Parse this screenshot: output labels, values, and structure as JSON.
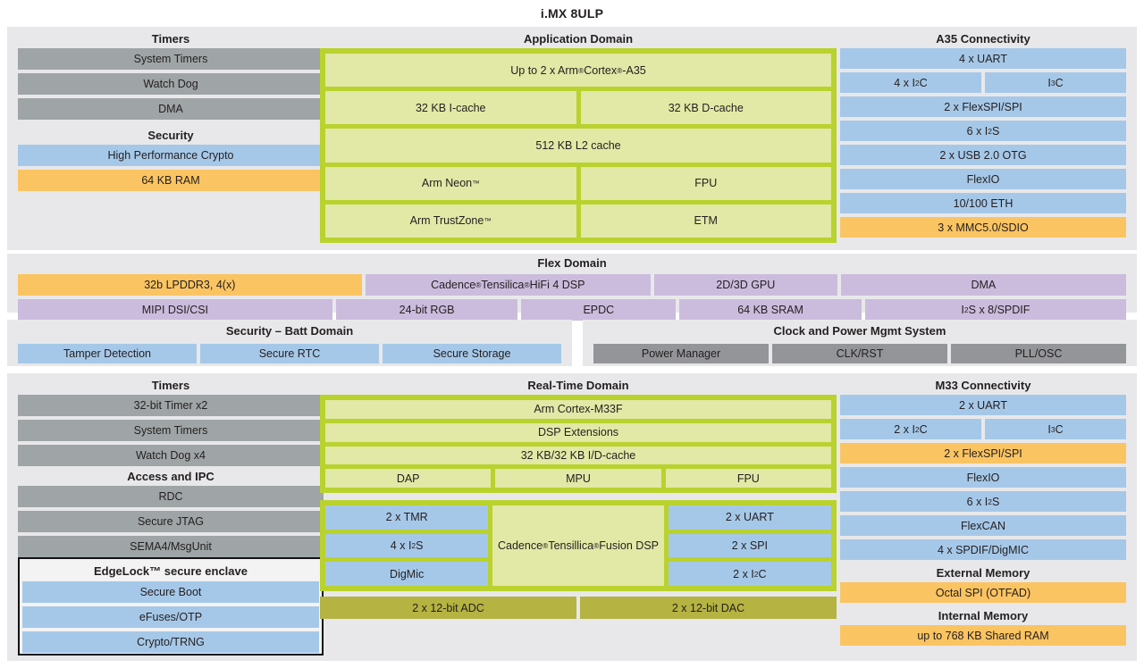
{
  "title": "i.MX 8ULP",
  "colors": {
    "panel_bg": "#e8e8ea",
    "gray": "#9fa5a6",
    "blue": "#a6c8e8",
    "orange": "#fbc462",
    "purple": "#cbbcdd",
    "lime": "#b9d22e",
    "pale_green": "#e2e8a6",
    "olive": "#b5b342",
    "mid_gray": "#939598"
  },
  "top": {
    "timers": {
      "heading": "Timers",
      "items": [
        "System Timers",
        "Watch Dog",
        "DMA"
      ]
    },
    "security": {
      "heading": "Security",
      "items": [
        {
          "label": "High Performance Crypto",
          "color": "blue"
        },
        {
          "label": "64 KB RAM",
          "color": "orange"
        }
      ]
    },
    "application_domain": {
      "heading": "Application Domain",
      "rows": [
        [
          "Up to 2 x Arm® Cortex®-A35"
        ],
        [
          "32 KB I-cache",
          "32 KB D-cache"
        ],
        [
          "512 KB L2 cache"
        ],
        [
          "Arm Neon™",
          "FPU"
        ],
        [
          "Arm TrustZone™",
          "ETM"
        ]
      ]
    },
    "a35_connectivity": {
      "heading": "A35 Connectivity",
      "rows": [
        [
          {
            "label": "4 x UART",
            "color": "blue"
          }
        ],
        [
          {
            "label": "4 x I²C",
            "color": "blue"
          },
          {
            "label": "I³C",
            "color": "blue"
          }
        ],
        [
          {
            "label": "2 x FlexSPI/SPI",
            "color": "blue"
          }
        ],
        [
          {
            "label": "6 x I²S",
            "color": "blue"
          }
        ],
        [
          {
            "label": "2 x USB 2.0 OTG",
            "color": "blue"
          }
        ],
        [
          {
            "label": "FlexIO",
            "color": "blue"
          }
        ],
        [
          {
            "label": "10/100 ETH",
            "color": "blue"
          }
        ],
        [
          {
            "label": "3 x MMC5.0/SDIO",
            "color": "orange"
          }
        ]
      ]
    }
  },
  "flex_domain": {
    "heading": "Flex Domain",
    "row1": [
      {
        "label": "32b LPDDR3, 4(x)",
        "color": "orange"
      },
      {
        "label": "Cadence® Tensilica® HiFi 4 DSP",
        "color": "purple"
      },
      {
        "label": "2D/3D GPU",
        "color": "purple"
      },
      {
        "label": "DMA",
        "color": "purple"
      }
    ],
    "row2": [
      {
        "label": "MIPI DSI/CSI",
        "color": "purple"
      },
      {
        "label": "24-bit RGB",
        "color": "purple"
      },
      {
        "label": "EPDC",
        "color": "purple"
      },
      {
        "label": "64 KB SRAM",
        "color": "purple"
      },
      {
        "label": "I²S x 8/SPDIF",
        "color": "purple"
      }
    ]
  },
  "security_batt": {
    "heading": "Security – Batt Domain",
    "items": [
      "Tamper Detection",
      "Secure RTC",
      "Secure Storage"
    ]
  },
  "clock_power": {
    "heading": "Clock and Power Mgmt System",
    "items": [
      "Power Manager",
      "CLK/RST",
      "PLL/OSC"
    ]
  },
  "bottom": {
    "timers": {
      "heading": "Timers",
      "items": [
        "32-bit Timer x2",
        "System Timers",
        "Watch Dog x4"
      ]
    },
    "access_ipc": {
      "heading": "Access and IPC",
      "items": [
        "RDC",
        "Secure JTAG",
        "SEMA4/MsgUnit"
      ]
    },
    "edgelock": {
      "heading": "EdgeLock™ secure enclave",
      "items": [
        "Secure Boot",
        "eFuses/OTP",
        "Crypto/TRNG"
      ]
    },
    "realtime_domain": {
      "heading": "Real-Time Domain",
      "core_rows": [
        [
          "Arm Cortex-M33F"
        ],
        [
          "DSP Extensions"
        ],
        [
          "32 KB/32 KB I/D-cache"
        ],
        [
          "DAP",
          "MPU",
          "FPU"
        ]
      ],
      "peripheral_left": [
        "2 x TMR",
        "4 x I²S",
        "DigMic"
      ],
      "peripheral_center": "Cadence® Tensillica® Fusion DSP",
      "peripheral_right": [
        "2 x UART",
        "2 x SPI",
        "2 x I²C"
      ],
      "converters": [
        "2 x 12-bit ADC",
        "2 x 12-bit DAC"
      ]
    },
    "m33_connectivity": {
      "heading": "M33 Connectivity",
      "rows": [
        [
          {
            "label": "2 x UART",
            "color": "blue"
          }
        ],
        [
          {
            "label": "2 x I²C",
            "color": "blue"
          },
          {
            "label": "I³C",
            "color": "blue"
          }
        ],
        [
          {
            "label": "2 x FlexSPI/SPI",
            "color": "orange"
          }
        ],
        [
          {
            "label": "FlexIO",
            "color": "blue"
          }
        ],
        [
          {
            "label": "6 x I²S",
            "color": "blue"
          }
        ],
        [
          {
            "label": "FlexCAN",
            "color": "blue"
          }
        ],
        [
          {
            "label": "4 x SPDIF/DigMIC",
            "color": "blue"
          }
        ]
      ],
      "external_memory": {
        "heading": "External Memory",
        "items": [
          {
            "label": "Octal SPI (OTFAD)",
            "color": "orange"
          }
        ]
      },
      "internal_memory": {
        "heading": "Internal Memory",
        "items": [
          {
            "label": "up to 768 KB Shared RAM",
            "color": "orange"
          }
        ]
      }
    }
  }
}
